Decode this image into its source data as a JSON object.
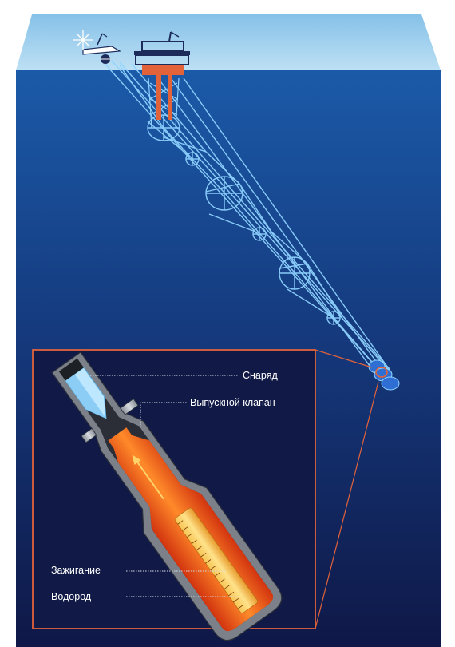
{
  "labels": {
    "projectile": "Снаряд",
    "exhaust_valve": "Выпускной клапан",
    "ignition": "Зажигание",
    "hydrogen": "Водород"
  },
  "colors": {
    "sky_top": "#87c2e8",
    "sky_bottom": "#b9ddf3",
    "ocean_top": "#1b5aa8",
    "ocean_bottom": "#101a48",
    "truss": "#8fd3ff",
    "frame": "#e2623a",
    "barrel_metal": "#b9bec6",
    "hot_gas": "#e6451a",
    "hydrogen_rod": "#f2a43a"
  }
}
